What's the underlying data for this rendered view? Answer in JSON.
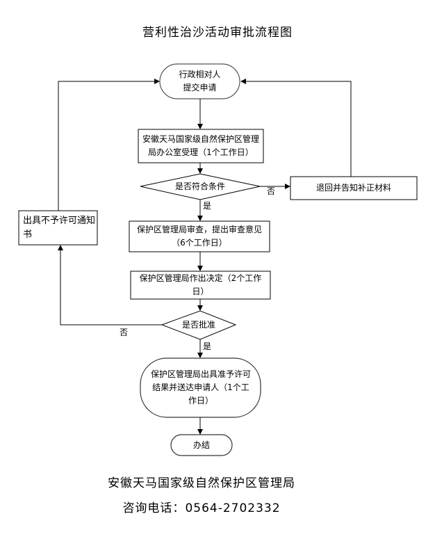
{
  "title": "营利性治沙活动审批流程图",
  "nodes": {
    "start": "行政相对人\n提交申请",
    "accept": "安徽天马国家级自然保护区管理局办公室受理（1个工作日）",
    "condition": "是否符合条件",
    "return": "退回并告知补正材料",
    "review": "保护区管理局审查，提出审查意见（6个工作日）",
    "decision": "保护区管理局作出决定（2个工作日）",
    "approve_check": "是否批准",
    "deny_notice": "出具不予许可通知书",
    "approve_result": "保护区管理局出具准予许可结果并送达申请人（1个工作日）",
    "end": "办结"
  },
  "edge_labels": {
    "condition_no": "否",
    "condition_yes": "是",
    "approve_no": "否",
    "approve_yes": "是"
  },
  "footer": {
    "org": "安徽天马国家级自然保护区管理局",
    "phone_label": "咨询电话：",
    "phone": "0564-2702332"
  }
}
